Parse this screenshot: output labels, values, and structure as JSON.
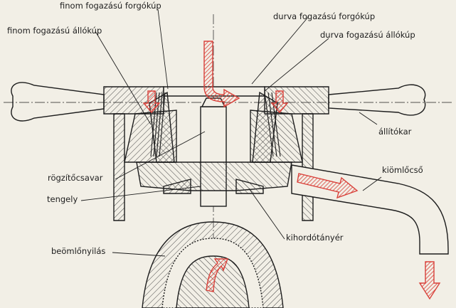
{
  "labels": {
    "finom_forgokup": "finom fogazású forgókúp",
    "finom_allokup": "finom fogazású állókúp",
    "durva_forgokup": "durva fogazású forgókúp",
    "durva_allokup": "durva fogazású állókúp",
    "allitokar": "állítókar",
    "kiomlocso": "kiömlőcső",
    "rogzitocsavar": "rögzítőcsavar",
    "tengely": "tengely",
    "kihordotanyer": "kihordótányér",
    "beomlonyilas": "beömlőnyilás"
  },
  "colors": {
    "background": "#f2efe6",
    "line": "#1d1d1d",
    "flow_arrow": "#d9413a",
    "hatch": "#444444"
  }
}
